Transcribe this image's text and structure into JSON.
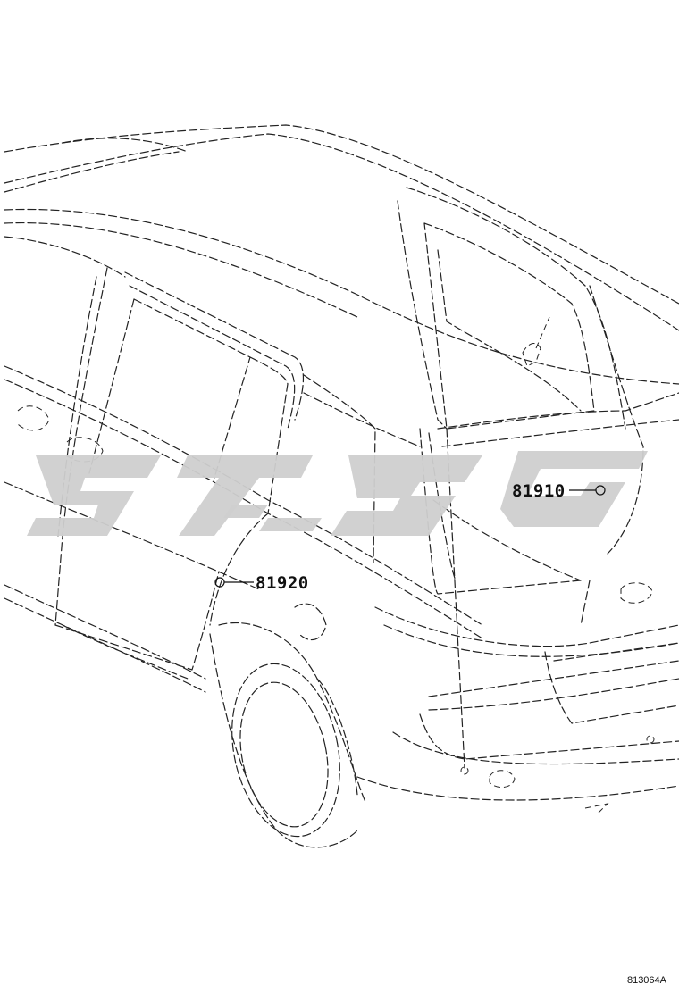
{
  "diagram": {
    "parts": [
      {
        "id": "81910"
      },
      {
        "id": "81920"
      }
    ],
    "figure_id": "813064A"
  }
}
